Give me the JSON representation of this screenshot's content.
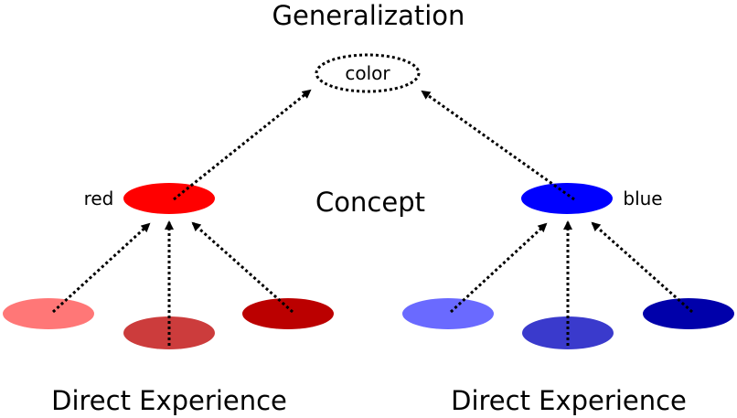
{
  "labels": {
    "generalization": "Generalization",
    "concept": "Concept",
    "direct_experience_left": "Direct Experience",
    "direct_experience_right": "Direct Experience"
  },
  "nodes": {
    "color": {
      "label": "color"
    },
    "red": {
      "label": "red",
      "color": "#ff0000"
    },
    "blue": {
      "label": "blue",
      "color": "#0000ff"
    },
    "red_experiences": [
      {
        "color": "#ff7777"
      },
      {
        "color": "#cc3c3c"
      },
      {
        "color": "#bb0000"
      }
    ],
    "blue_experiences": [
      {
        "color": "#6a6aff"
      },
      {
        "color": "#3a3acc"
      },
      {
        "color": "#0000aa"
      }
    ]
  }
}
